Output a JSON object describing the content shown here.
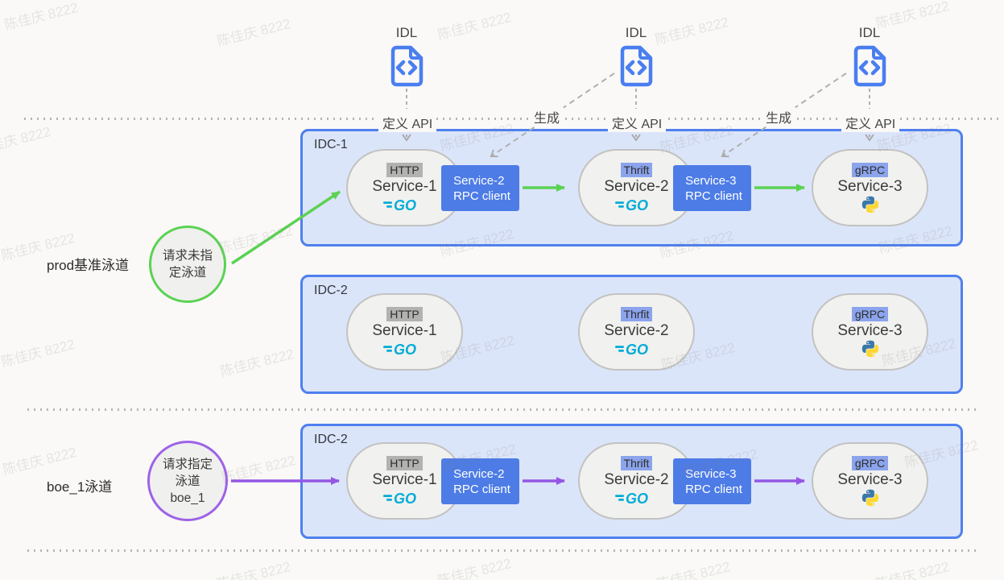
{
  "watermark": {
    "text": "陈佳庆 8222"
  },
  "colors": {
    "idc_border": "#4f80ee",
    "idc_fill": "#dbe5fa",
    "rpc_fill": "#4d7ce6",
    "green_flow": "#5bd253",
    "purple_flow": "#9457e4",
    "go_cyan": "#00acd7",
    "python_blue": "#3b78aa",
    "python_yellow": "#fdd835"
  },
  "idl_files": [
    {
      "label": "IDL",
      "action_label": "定义 API"
    },
    {
      "label": "IDL",
      "action_label": "定义 API",
      "generate_label": "生成"
    },
    {
      "label": "IDL",
      "action_label": "定义 API",
      "generate_label": "生成"
    }
  ],
  "lanes": [
    {
      "label": "prod基准泳道",
      "request_circle": "请求未指\n定泳道"
    },
    {
      "label": "boe_1泳道",
      "request_circle": "请求指定\n泳道\nboe_1"
    }
  ],
  "idc_boxes": [
    {
      "title": "IDC-1",
      "services": [
        {
          "protocol": "HTTP",
          "name": "Service-1",
          "runtime": "go"
        },
        {
          "protocol": "Thrift",
          "name": "Service-2",
          "runtime": "go"
        },
        {
          "protocol": "gRPC",
          "name": "Service-3",
          "runtime": "python"
        }
      ],
      "rpc_clients": [
        {
          "text": "Service-2\nRPC client"
        },
        {
          "text": "Service-3\nRPC client"
        }
      ]
    },
    {
      "title": "IDC-2",
      "services": [
        {
          "protocol": "HTTP",
          "name": "Service-1",
          "runtime": "go"
        },
        {
          "protocol": "Thrfit",
          "name": "Service-2",
          "runtime": "go"
        },
        {
          "protocol": "gRPC",
          "name": "Service-3",
          "runtime": "python"
        }
      ]
    },
    {
      "title": "IDC-2",
      "services": [
        {
          "protocol": "HTTP",
          "name": "Service-1",
          "runtime": "go"
        },
        {
          "protocol": "Thrift",
          "name": "Service-2",
          "runtime": "go"
        },
        {
          "protocol": "gRPC",
          "name": "Service-3",
          "runtime": "python"
        }
      ],
      "rpc_clients": [
        {
          "text": "Service-2\nRPC client"
        },
        {
          "text": "Service-3\nRPC client"
        }
      ]
    }
  ]
}
